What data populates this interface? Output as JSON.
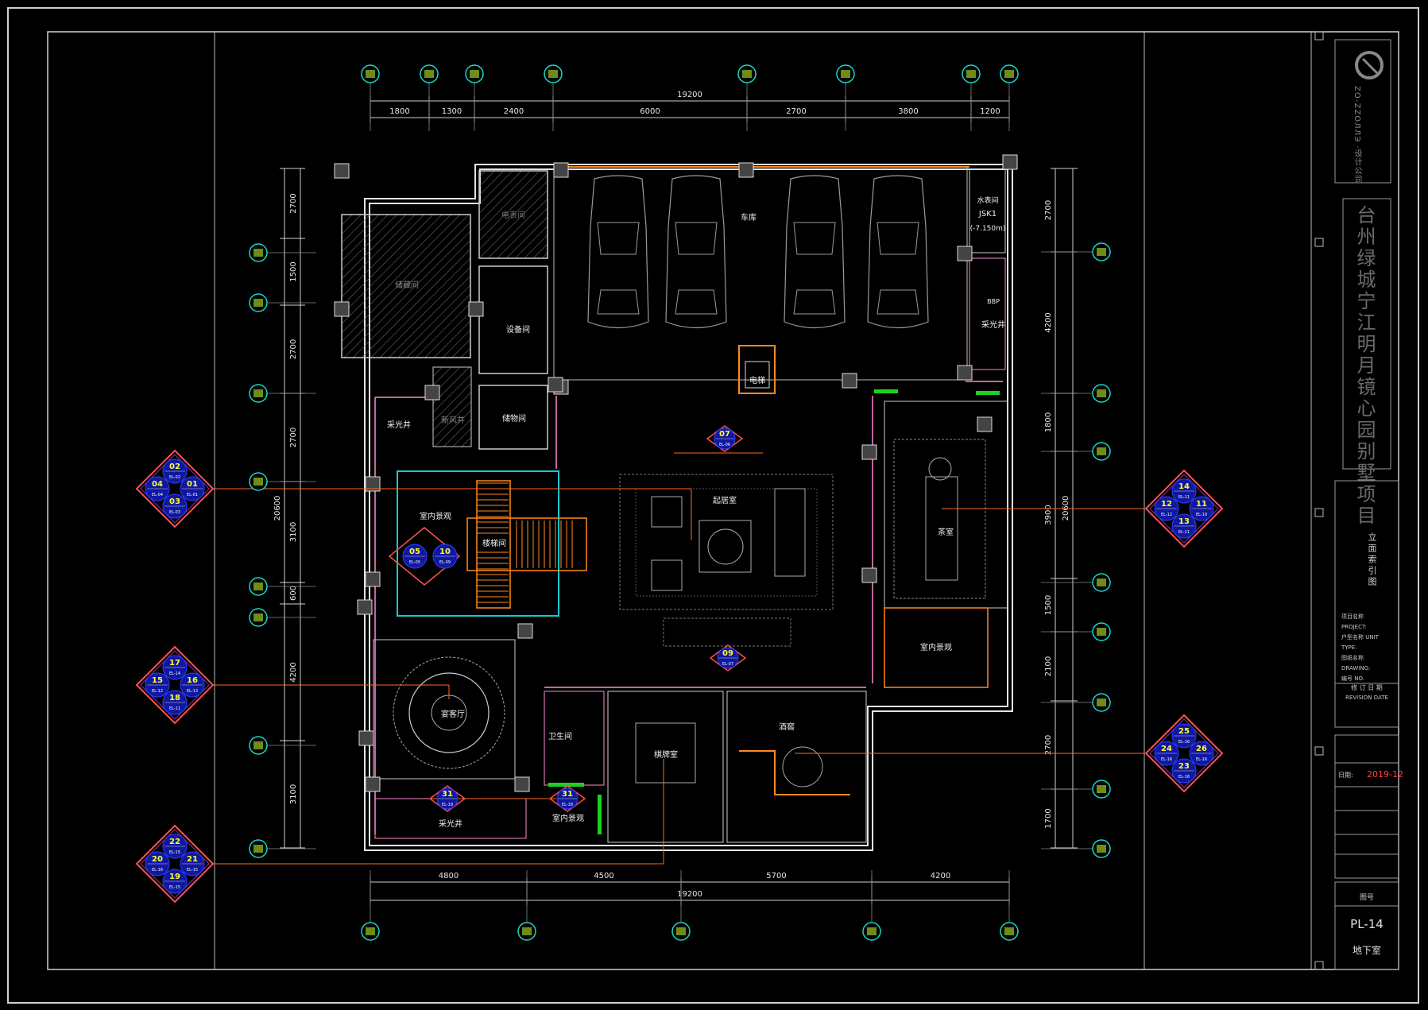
{
  "colors": {
    "frame": "#d0d0d0",
    "wall": "#e0e0e0",
    "partition": "#ff8ad0",
    "orange": "#ff8a1e",
    "cyan": "#18c8d0",
    "green": "#20d020",
    "dim_text": "#e8e8e8",
    "room_text": "#f0f0f0",
    "marker_fill": "#1018a0",
    "marker_border": "#ff5050",
    "marker_num": "#ffff30",
    "date_red": "#ff4040"
  },
  "dimensions": {
    "top_segments": [
      "1800",
      "1300",
      "2400",
      "6000",
      "2700",
      "3800",
      "1200"
    ],
    "top_total": "19200",
    "bottom_segments": [
      "4800",
      "4500",
      "5700",
      "4200"
    ],
    "bottom_total": "19200",
    "left_segments": [
      "2700",
      "1500",
      "2700",
      "2700",
      "3100",
      "600",
      "4200",
      "3100"
    ],
    "left_total": "20600",
    "right_segments": [
      "2700",
      "4200",
      "1800",
      "3900",
      "1500",
      "2100",
      "2700",
      "1700"
    ],
    "right_total": "20600"
  },
  "rooms": {
    "garage": "车库",
    "electric_room": "电表间",
    "equipment_room": "设备间",
    "storage": "储物间",
    "skylight_left": "采光井",
    "elevator": "电梯",
    "living_room": "起居室",
    "stairwell": "楼梯间",
    "indoor_scene": "室内景观",
    "tea_room": "茶室",
    "indoor_scene_right": "室内景观",
    "banquet_hall": "宴客厅",
    "bathroom": "卫生间",
    "chess_room": "棋牌室",
    "guest_room": "酒窖",
    "skylight_bottom": "采光井",
    "indoor_bottom": "室内景观",
    "water_room": "水表间",
    "water_room_code": "JSK1",
    "water_room_level": "(-7.150m)",
    "skylight_right": "采光井",
    "skylight_right_sub": "BBP",
    "hatched_room": "储藏间",
    "vent": "新风井"
  },
  "index_markers": {
    "left_1": {
      "top": "02",
      "left": "04",
      "right": "01",
      "bottom": "03",
      "codes": [
        "EL-02",
        "EL-04",
        "EL-01",
        "EL-03"
      ]
    },
    "left_2": {
      "top": "17",
      "left": "15",
      "right": "16",
      "bottom": "18",
      "codes": [
        "EL-14",
        "EL-12",
        "EL-13",
        "EL-11"
      ]
    },
    "left_3": {
      "top": "22",
      "left": "20",
      "right": "21",
      "bottom": "19",
      "codes": [
        "EL-15",
        "EL-16",
        "EL-15",
        "EL-15"
      ]
    },
    "right_1": {
      "top": "14",
      "left": "12",
      "right": "11",
      "bottom": "13",
      "codes": [
        "EL-11",
        "EL-12",
        "EL-10",
        "EL-11"
      ]
    },
    "right_2": {
      "top": "25",
      "left": "24",
      "right": "26",
      "bottom": "23",
      "codes": [
        "EL-16",
        "EL-16",
        "EL-16",
        "EL-16"
      ]
    },
    "tri_07": {
      "num": "07",
      "code": "EL-06"
    },
    "tri_09": {
      "num": "09",
      "code": "EL-07"
    },
    "tri_31a": {
      "num": "31",
      "code": "EL-19"
    },
    "tri_31b": {
      "num": "31",
      "code": "EL-18"
    },
    "mid_stair": {
      "left": "05",
      "right": "10",
      "codes": [
        "EL-05",
        "EL-09"
      ]
    }
  },
  "title_block": {
    "project_name": "台州绿城宁江明月镜心园别墅项目",
    "company_vertical": "ZO-ZZOЛЛЭ ·设计公司",
    "sheet_title": "立面索引图",
    "labels_block": [
      "项目名称 PROJECT:",
      "户型名称 UNIT TYPE:",
      "图纸名称 DRAWING:",
      "编号 NO."
    ],
    "revision_label": "修 订 日 期",
    "revision_en": "REVISION DATE",
    "date_label": "日期:",
    "date_value": "2019-12",
    "drawing_no_label": "图号",
    "drawing_no": "PL-14",
    "floor_name": "地下室"
  }
}
